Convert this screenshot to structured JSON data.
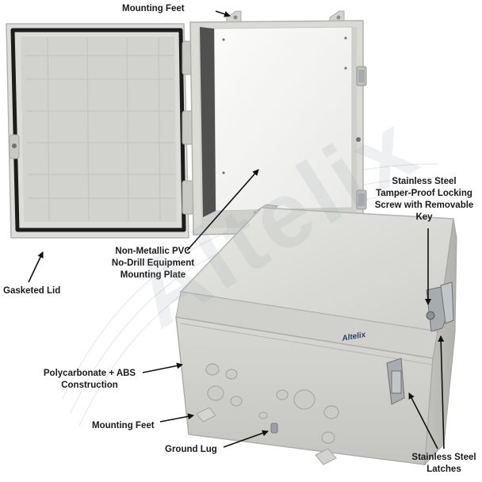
{
  "labels": {
    "mounting_feet_top": "Mounting Feet",
    "gasketed_lid": "Gasketed Lid",
    "mounting_plate": [
      "Non-Metallic PVC",
      "No-Drill Equipment",
      "Mounting Plate"
    ],
    "locking_screw": [
      "Stainless Steel",
      "Tamper-Proof Locking",
      "Screw with Removable",
      "Key"
    ],
    "construction": [
      "Polycarbonate + ABS",
      "Construction"
    ],
    "mounting_feet_bottom": "Mounting Feet",
    "ground_lug": "Ground Lug",
    "latches": [
      "Stainless Steel",
      "Latches"
    ]
  },
  "brand": {
    "watermark": "Altelix",
    "logo_text": "Altelix"
  },
  "colors": {
    "enclosure_body": "#d9dad6",
    "enclosure_shadow": "#b9bab6",
    "gasket": "#1c1c1c",
    "mounting_plate": "#f4f4f2",
    "steel": "#a9acae",
    "arrow": "#111111",
    "logo_accent": "#e87722"
  }
}
